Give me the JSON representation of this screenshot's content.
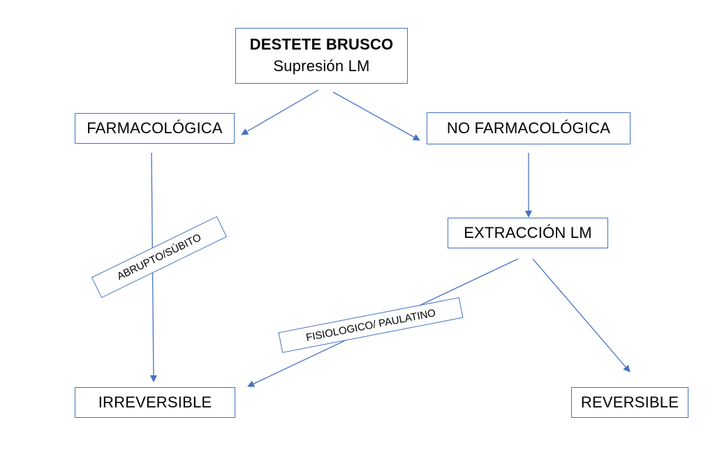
{
  "diagram": {
    "root": {
      "line1": "DESTETE BRUSCO",
      "line2": "Supresión LM"
    },
    "branches": {
      "pharmacological": "FARMACOLÓGICA",
      "non_pharmacological": "NO FARMACOLÓGICA"
    },
    "extraction": "EXTRACCIÓN LM",
    "outcomes": {
      "irreversible": "IRREVERSIBLE",
      "reversible": "REVERSIBLE"
    },
    "edge_labels": {
      "abrupt": "ABRUPTO/SÚBITO",
      "gradual": "FISIOLOGICO/ PAULATINO"
    }
  },
  "colors": {
    "accent": "#4472c4",
    "text": "#000000",
    "background": "#ffffff"
  }
}
